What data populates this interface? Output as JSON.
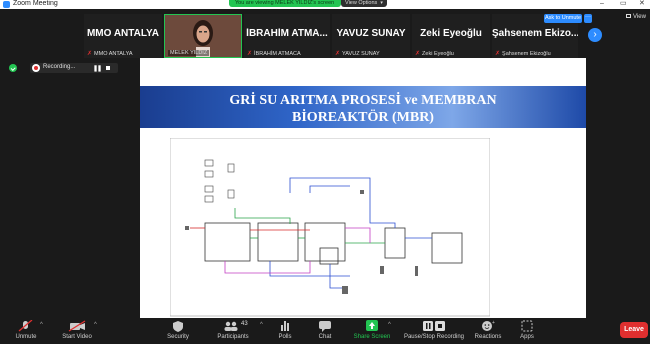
{
  "window": {
    "app_title": "Zoom Meeting",
    "banner_text": "You are viewing MELEK YILDIZ's screen",
    "view_options_label": "View Options",
    "minimize_glyph": "–",
    "restore_glyph": "▭",
    "close_glyph": "✕"
  },
  "participants": [
    {
      "big_name": "MMO ANTALYA",
      "small_name": "MMO ANTALYA",
      "muted": true
    },
    {
      "big_name": "",
      "small_name": "MELEK YILDIZ",
      "muted": false,
      "active": true
    },
    {
      "big_name": "İBRAHİM ATMA...",
      "small_name": "İBRAHİM ATMACA",
      "muted": true
    },
    {
      "big_name": "YAVUZ SUNAY",
      "small_name": "YAVUZ SUNAY",
      "muted": true
    },
    {
      "big_name": "Zeki Eyeoğlu",
      "small_name": "Zeki Eyeoğlu",
      "muted": true
    },
    {
      "big_name": "Şahsenem Ekizo...",
      "small_name": "Şahsenem Ekizoğlu",
      "muted": true
    }
  ],
  "strip_controls": {
    "ask_to_unmute": "Ask to Unmute",
    "more_glyph": "···",
    "next_glyph": "›",
    "view_label": "View"
  },
  "recording": {
    "label": "Recording...",
    "pause_glyph": "❚❚"
  },
  "slide": {
    "title_line1": "GRİ SU ARITMA PROSESİ ve MEMBRAN",
    "title_line2": "BİOREAKTÖR (MBR)"
  },
  "toolbar": {
    "unmute": "Unmute",
    "start_video": "Start Video",
    "security": "Security",
    "participants": "Participants",
    "participants_count": "43",
    "polls": "Polls",
    "chat": "Chat",
    "share_screen": "Share Screen",
    "pause_stop_recording": "Pause/Stop Recording",
    "reactions": "Reactions",
    "apps": "Apps",
    "leave": "Leave",
    "caret_glyph": "^"
  },
  "colors": {
    "accent_blue": "#2d8cff",
    "green": "#23c552",
    "red": "#e02f2f",
    "background": "#1a1a1a"
  }
}
